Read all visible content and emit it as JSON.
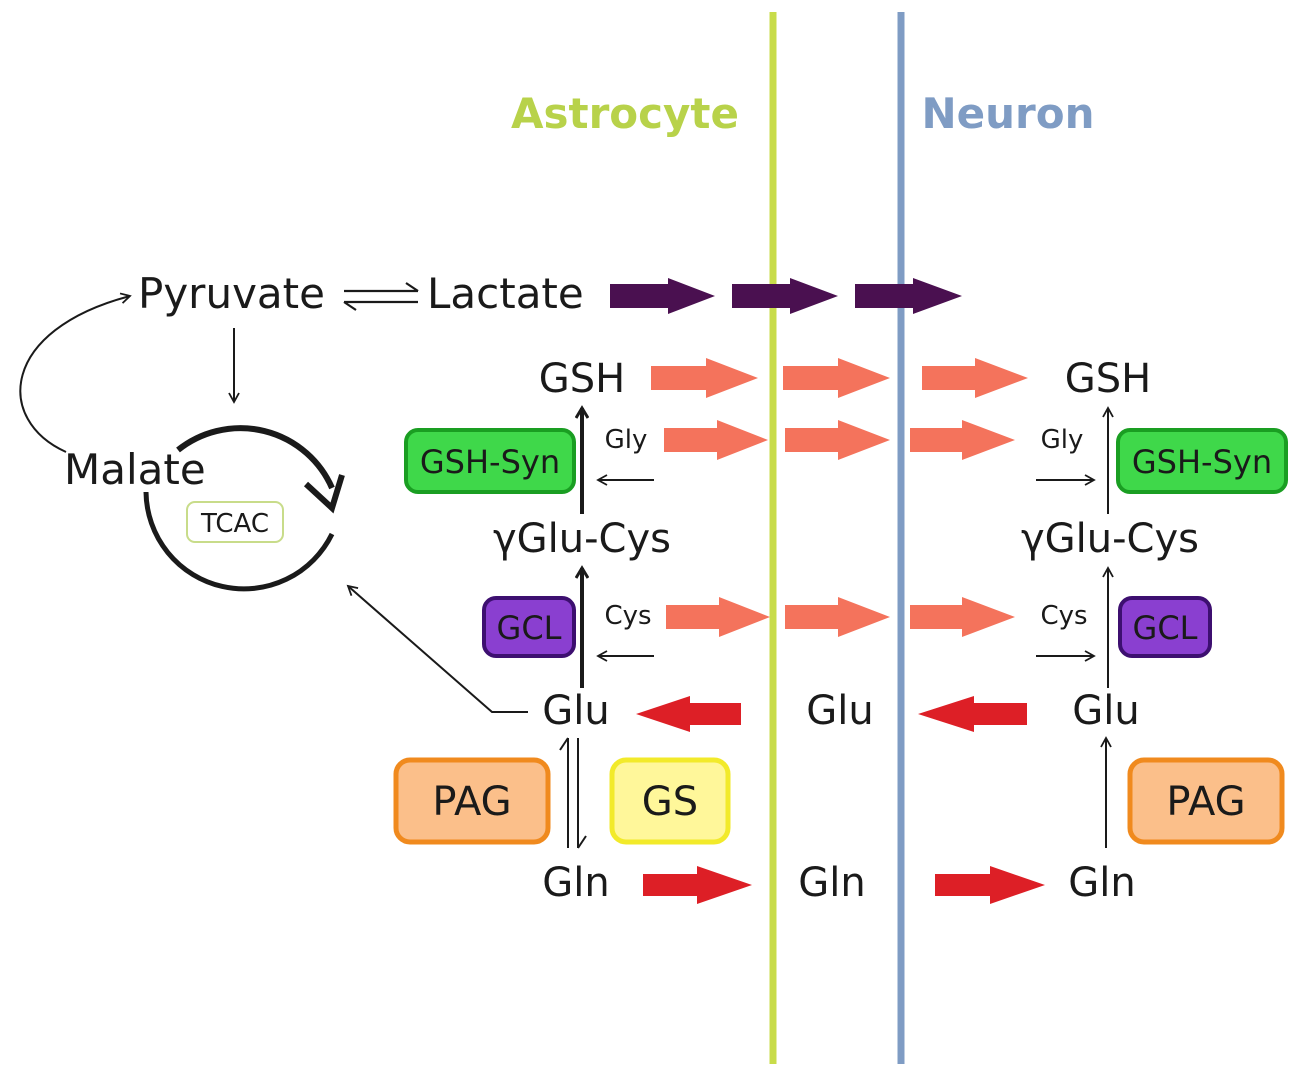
{
  "header": {
    "astrocyte": "Astrocyte",
    "neuron": "Neuron"
  },
  "colors": {
    "astrocyte_line": "#c8dc4a",
    "neuron_line": "#7f9cc4",
    "astrocyte_text": "#b8d24a",
    "neuron_text": "#7f9cc4",
    "lactate_arrow": "#4a1050",
    "salmon_arrow": "#f4735c",
    "red_arrow": "#dd1f26",
    "gsh_syn_fill": "#3fd84a",
    "gsh_syn_stroke": "#1a9e22",
    "gcl_fill": "#8a3fd0",
    "gcl_stroke": "#3d0f70",
    "pag_fill": "#fbbf8a",
    "pag_stroke": "#f08a1e",
    "gs_fill": "#fff79a",
    "gs_stroke": "#f2ea2a",
    "tcac_stroke": "#c8dc8a"
  },
  "metabolites": {
    "pyruvate": "Pyruvate",
    "lactate": "Lactate",
    "malate": "Malate",
    "tcac": "TCAC",
    "gsh_left": "GSH",
    "gsh_right": "GSH",
    "gly_left": "Gly",
    "gly_right": "Gly",
    "gglucys_left": "γGlu-Cys",
    "gglucys_right": "γGlu-Cys",
    "cys_left": "Cys",
    "cys_right": "Cys",
    "glu_left": "Glu",
    "glu_mid": "Glu",
    "glu_right": "Glu",
    "gln_left": "Gln",
    "gln_mid": "Gln",
    "gln_right": "Gln"
  },
  "enzymes": {
    "gsh_syn_left": "GSH-Syn",
    "gsh_syn_right": "GSH-Syn",
    "gcl_left": "GCL",
    "gcl_right": "GCL",
    "pag_left": "PAG",
    "pag_right": "PAG",
    "gs": "GS"
  }
}
